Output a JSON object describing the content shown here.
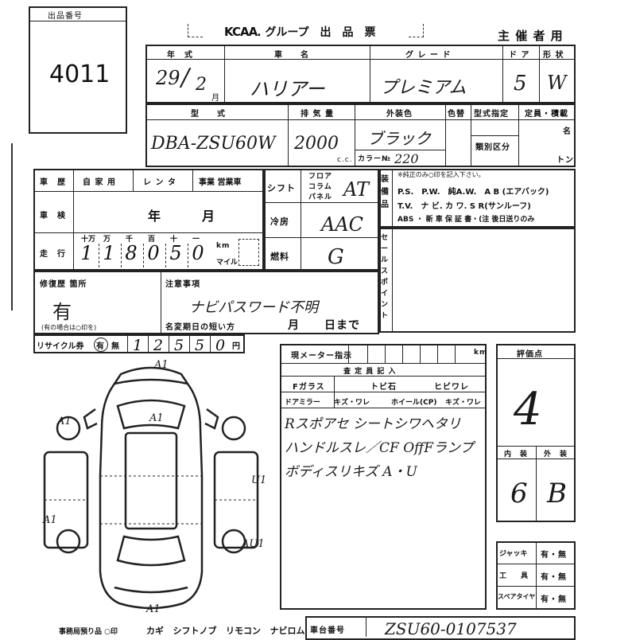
{
  "lot": {
    "label": "出品番号",
    "number": "4011"
  },
  "header": {
    "brand": "KCAA",
    "title_suffix": ". グループ　出　品　票",
    "sponsor": "主 催 者 用"
  },
  "row1": {
    "year_label": "年　式",
    "year_value": "29",
    "month_value": "2",
    "month_unit": "月",
    "name_label": "車　　名",
    "name_value": "ハリアー",
    "grade_label": "グ レ ー ド",
    "grade_value": "プレミアム",
    "door_label": "ド ア",
    "door_value": "5",
    "shape_label": "形 状",
    "shape_value": "W"
  },
  "row2": {
    "model_label": "型　　式",
    "model_value": "DBA-ZSU60W",
    "disp_label": "排 気 量",
    "disp_value": "2000",
    "disp_unit": "c.c.",
    "exterior_label": "外装色",
    "exterior_value": "ブラック",
    "color_label": "色替",
    "color_no_label": "カラー№",
    "color_no_value": "220",
    "spec_label": "型式指定",
    "class_label": "類別区分",
    "capacity_label": "定員・積載",
    "persons_unit": "名",
    "tons_unit": "トン"
  },
  "history": {
    "label": "車　歴",
    "private": "自 家 用",
    "rental": "レ ン タ",
    "commercial": "事業 営業車",
    "inspection_label": "車　検",
    "inspection_value": "年　　　月",
    "mileage_label": "走　行",
    "mileage_headers": [
      "十万",
      "万",
      "千",
      "百",
      "十",
      "一"
    ],
    "mileage_digits": [
      "1",
      "1",
      "8",
      "0",
      "5",
      "0"
    ],
    "km_unit": "km",
    "mile_unit": "マイル"
  },
  "equipment": {
    "shift_label": "シフト",
    "shift_options": [
      "フロア",
      "コラム",
      "パネル"
    ],
    "shift_value": "AT",
    "ac_label": "冷房",
    "ac_value": "AAC",
    "fuel_label": "燃料",
    "fuel_value": "G",
    "equip_label": "装備品",
    "equip_note": "※純正のみ○印を記入下さい。",
    "equip_line1": "P.S.　P.W.　純A.W.　A B (エアバック)",
    "equip_line2": "T.V.　ナ ビ. カ ワ. S R(サンルーフ)",
    "equip_line3": "ABS ・ 新 車 保 証 書・(注 後日送りのみ",
    "sales_point_label": "セールスポイント"
  },
  "repair": {
    "label": "修復歴 箇所",
    "value": "有",
    "note": "(有の場合は○印を)",
    "notes_label": "注意事項",
    "notes_value": "ナビパスワード不明",
    "deadline_label": "名変期日の短い方",
    "deadline_month": "月",
    "deadline_day": "日まで"
  },
  "recycle": {
    "label": "リサイクル券",
    "yes": "有",
    "no": "無",
    "digits": [
      "1",
      "2",
      "5",
      "5",
      "0"
    ],
    "unit": "円"
  },
  "meter": {
    "label": "現メーター指示",
    "unit": "km"
  },
  "inspector": {
    "label": "査 定 員 記 入",
    "glass_label": "Fガラス",
    "glass_opt1": "トビ石",
    "glass_opt2": "ヒビワレ",
    "mirror_label": "ドアミラー",
    "mirror_opt": "キズ・ワレ",
    "wheel_label": "ホイール(CP)",
    "wheel_opt": "キズ・ワレ",
    "note_lines": [
      "Rスポアセ シートシワヘタリ",
      "ハンドルスレ／CF OffFランプ",
      "ボディスリキズ A・U"
    ]
  },
  "score": {
    "label": "評価点",
    "value": "4",
    "interior_label": "内　装",
    "exterior_label": "外　装",
    "interior_value": "6",
    "exterior_value": "B"
  },
  "tools": {
    "jack_label": "ジャッキ",
    "tools_label": "工　　具",
    "spare_label": "スペアタイヤ",
    "choice": "有・無"
  },
  "diagram_marks": [
    "A1",
    "A1",
    "A1",
    "U1",
    "A1",
    "AU1",
    "A1"
  ],
  "office": {
    "label": "事務局預り品 ○印",
    "items": [
      "カギ",
      "シフトノブ",
      "リモコン",
      "ナビロム"
    ]
  },
  "chassis": {
    "label": "車台番号",
    "value": "ZSU60-0107537"
  }
}
